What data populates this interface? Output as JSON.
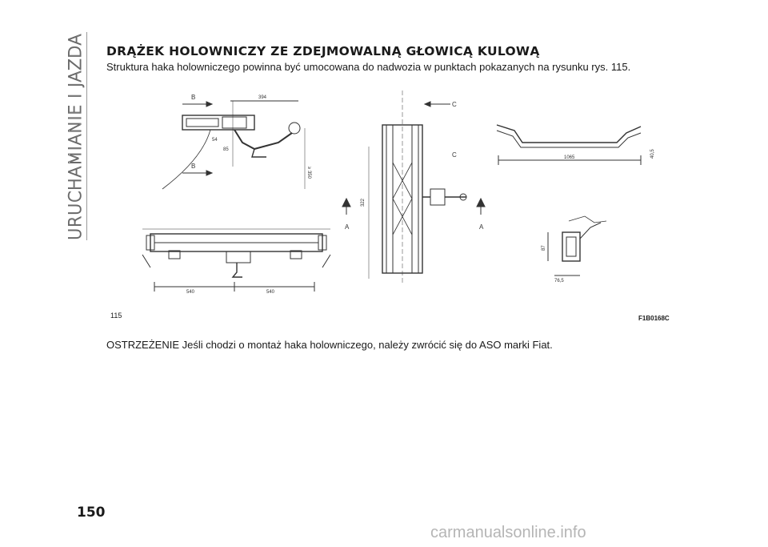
{
  "side_title": "URUCHAMIANIE I JAZDA",
  "heading": "DRĄŻEK HOLOWNICZY ZE ZDEJMOWALNĄ GŁOWICĄ KULOWĄ",
  "intro": "Struktura haka holowniczego powinna być umocowana do nadwozia w punktach pokazanych na rysunku rys. 115.",
  "figure": {
    "number": "115",
    "code": "F1B0168C",
    "labels": {
      "section_b": "B",
      "section_a": "A",
      "section_c": "C",
      "dim_394": "394",
      "dim_54": "54",
      "dim_85": "85",
      "dim_side": "≥ 350",
      "dim_322": "322",
      "dim_540_left": "540",
      "dim_540_right": "540",
      "dim_1065": "1065",
      "dim_40_5": "40,5",
      "dim_87": "87",
      "dim_76_5": "76,5"
    }
  },
  "warning": "OSTRZEŻENIE Jeśli chodzi o montaż haka holowniczego, należy zwrócić się do ASO marki Fiat.",
  "page_number": "150",
  "watermark": "carmanualsonline.info"
}
